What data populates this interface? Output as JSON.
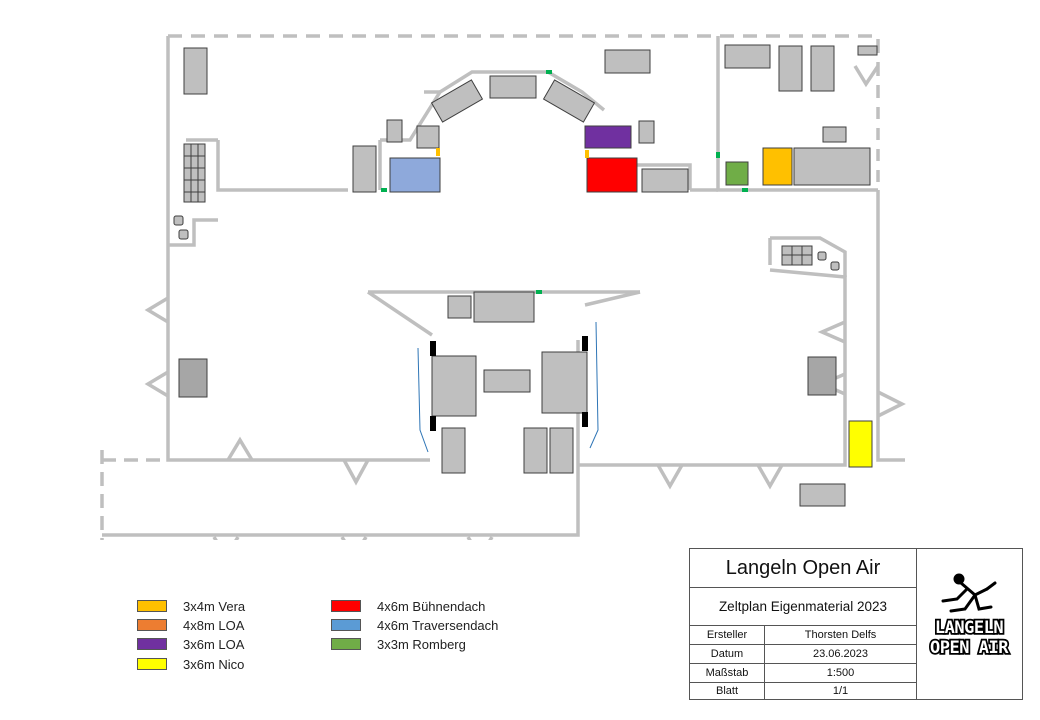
{
  "legend": [
    {
      "label": "3x4m Vera",
      "color": "#FFC000"
    },
    {
      "label": "4x8m LOA",
      "color": "#ED7D31"
    },
    {
      "label": "3x6m LOA",
      "color": "#7030A0"
    },
    {
      "label": "3x6m Nico",
      "color": "#FFFF00"
    },
    {
      "label": "4x6m Bühnendach",
      "color": "#FF0000"
    },
    {
      "label": "4x6m Traversendach",
      "color": "#5B9BD5"
    },
    {
      "label": "3x3m Romberg",
      "color": "#70AD47"
    }
  ],
  "title_block": {
    "title": "Langeln Open Air",
    "subtitle": "Zeltplan Eigenmaterial 2023",
    "rows": [
      {
        "key": "Ersteller",
        "value": "Thorsten Delfs"
      },
      {
        "key": "Datum",
        "value": "23.06.2023"
      },
      {
        "key": "Maßstab",
        "value": "1:500"
      },
      {
        "key": "Blatt",
        "value": "1/1"
      }
    ],
    "logo_text": "LANGELN OPEN AIR"
  },
  "colors": {
    "wall": "#BFBFBF",
    "object_fill": "#BFBFBF",
    "object_stroke": "#3F3F3F",
    "gate": "#00B050",
    "marker": "#000000",
    "cable": "#2E75B6"
  }
}
